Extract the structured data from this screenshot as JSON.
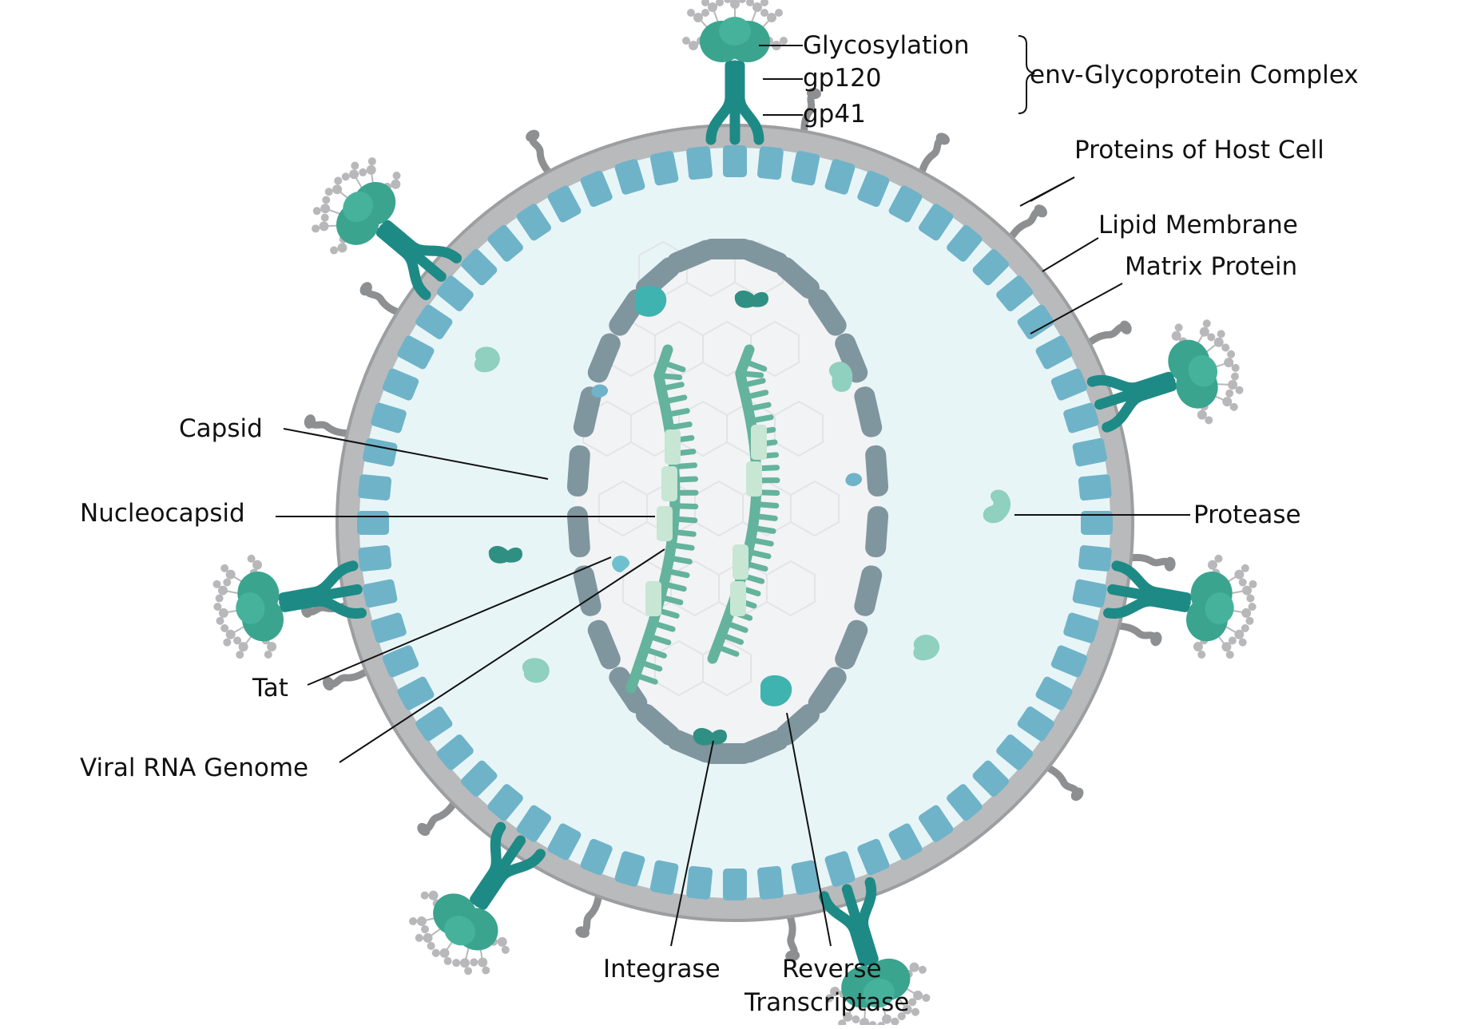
{
  "labels": {
    "glycosylation": "Glycosylation",
    "gp120": "gp120",
    "gp41": "gp41",
    "env_complex": "env-Glycoprotein Complex",
    "host_proteins": "Proteins of Host Cell",
    "lipid_membrane": "Lipid Membrane",
    "matrix_protein": "Matrix Protein",
    "capsid": "Capsid",
    "nucleocapsid": "Nucleocapsid",
    "protease": "Protease",
    "tat": "Tat",
    "viral_rna": "Viral RNA Genome",
    "integrase": "Integrase",
    "reverse_transcriptase_line1": "Reverse",
    "reverse_transcriptase_line2": "Transcriptase"
  },
  "colors": {
    "membrane": "#b9babc",
    "membrane_edge": "#9d9ea0",
    "matrix": "#6fb3c9",
    "interior": "#e8f5f7",
    "capsid": "#7f969f",
    "core": "#f2f3f4",
    "gp120": "#3aa48f",
    "gp41": "#1e8a86",
    "rna": "#64b39c",
    "nucleocapsid": "#c7e6d3",
    "enzyme_light": "#8fd0bf",
    "enzyme_teal": "#3fb3b0",
    "host_protein": "#8e8f91",
    "glycan": "#b8b8ba"
  }
}
